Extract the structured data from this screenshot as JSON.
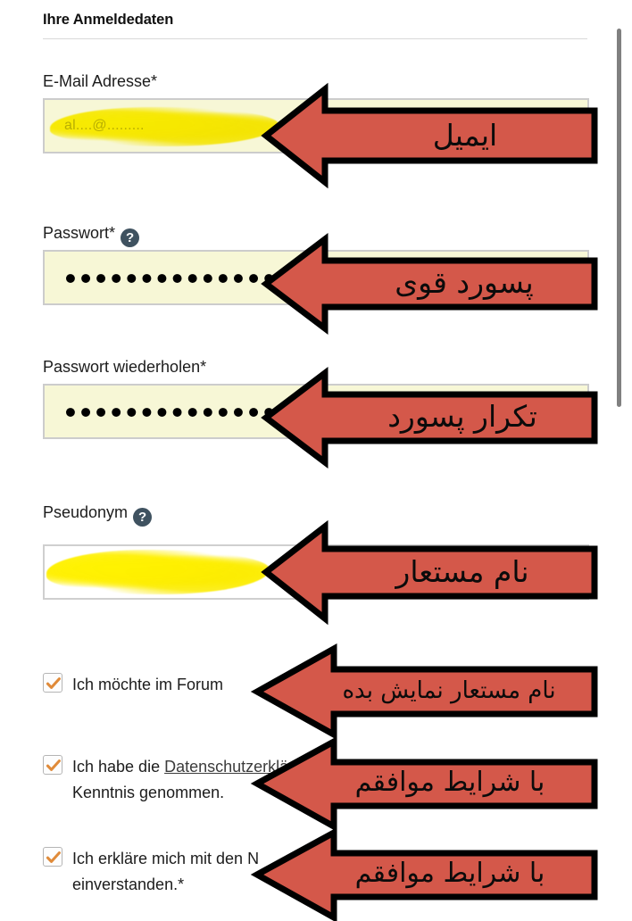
{
  "section": {
    "title": "Ihre Anmeldedaten"
  },
  "fields": [
    {
      "label": "E-Mail Adresse*",
      "has_help": false,
      "value": "al....@.........",
      "value_kind": "redacted-text",
      "field_style": "tinted"
    },
    {
      "label": "Passwort*",
      "has_help": true,
      "help_glyph": "?",
      "value": "●●●●●●●●●●●●●●●●●●●",
      "value_kind": "dots",
      "field_style": "tinted"
    },
    {
      "label": "Passwort wiederholen*",
      "has_help": false,
      "value": "●●●●●●●●●●●●●●●●●●●",
      "value_kind": "dots",
      "field_style": "tinted"
    },
    {
      "label": "Pseudonym",
      "has_help": true,
      "help_glyph": "?",
      "value": "",
      "value_kind": "redacted-blank",
      "field_style": "plain"
    }
  ],
  "checkboxes": [
    {
      "checked": true,
      "text_before": "Ich möchte im Forum",
      "link_text": "",
      "text_after": "",
      "occluded": true
    },
    {
      "checked": true,
      "text_before": "Ich habe die ",
      "link_text": "Datenschutzerklä",
      "text_after": "",
      "line2": "Kenntnis genommen.",
      "occluded": true
    },
    {
      "checked": true,
      "text_before": "Ich erkläre mich mit den N",
      "link_text": "",
      "text_after": "",
      "line2": "einverstanden.*",
      "occluded": true
    }
  ],
  "annotations": [
    {
      "label": "ایمیل",
      "target": "E-Mail Adresse"
    },
    {
      "label": "پسورد قوی",
      "target": "Passwort"
    },
    {
      "label": "تکرار پسورد",
      "target": "Passwort wiederholen"
    },
    {
      "label": "نام مستعار",
      "target": "Pseudonym"
    },
    {
      "label": "نام مستعار نمایش بده",
      "target": "Forum checkbox"
    },
    {
      "label": "با شرایط موافقم",
      "target": "Datenschutz checkbox"
    },
    {
      "label": "با شرایط موافقم",
      "target": "Nutzungsbedingungen checkbox"
    }
  ],
  "colors": {
    "arrow_fill": "#d4584a",
    "arrow_stroke": "#000000",
    "field_tint": "#f7f7d6",
    "highlighter": "#fff200",
    "checkbox_check": "#e08b3a",
    "help_icon_bg": "#3f5260",
    "scrollbar_thumb": "#808080"
  }
}
